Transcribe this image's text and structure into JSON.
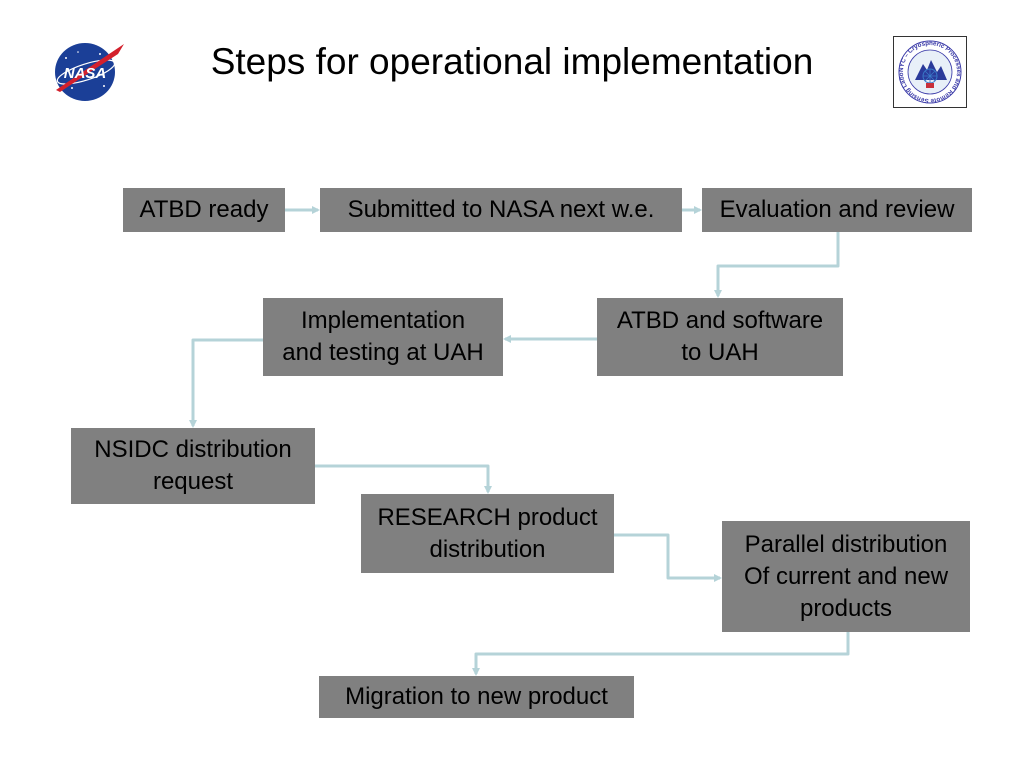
{
  "slide": {
    "title": "Steps for operational implementation",
    "logos": {
      "left": {
        "icon": "nasa-meatball-logo",
        "text": "NASA"
      },
      "right": {
        "icon": "cryospheric-lab-seal",
        "text": "NYC – Cryospheric Processes and Remote Sensing Laboratory"
      }
    }
  },
  "steps": {
    "atbd_ready": [
      "ATBD ready"
    ],
    "submitted": [
      "Submitted to NASA next w.e."
    ],
    "evaluation": [
      "Evaluation and review"
    ],
    "atbd_software": [
      "ATBD and software",
      "to UAH"
    ],
    "implementation": [
      "Implementation",
      "and testing at UAH"
    ],
    "nsidc": [
      "NSIDC distribution",
      "request"
    ],
    "research": [
      "RESEARCH product",
      "distribution"
    ],
    "parallel": [
      "Parallel distribution",
      "Of current and new",
      "products"
    ],
    "migration": [
      "Migration to new product"
    ]
  },
  "colors": {
    "box_fill": "#808080",
    "arrow": "#b5d3d8",
    "text": "#000000"
  }
}
